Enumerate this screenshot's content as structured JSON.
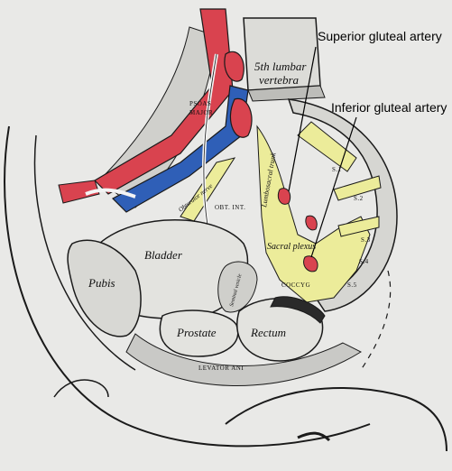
{
  "callouts": {
    "superior": "Superior gluteal artery",
    "inferior": "Inferior gluteal artery"
  },
  "labels": {
    "vertebra_line1": "5th lumbar",
    "vertebra_line2": "vertebra",
    "psoas_1": "PSOAS",
    "psoas_2": "MAJOR",
    "bladder": "Bladder",
    "pubis": "Pubis",
    "prostate": "Prostate",
    "rectum": "Rectum",
    "sacral_plexus": "Sacral plexus",
    "lumbosacral_trunk": "Lumbosacral trunk",
    "obt_int": "OBT. INT.",
    "levator_ani": "LEVATOR ANI",
    "coccyg": "COCCYG",
    "obturator_nerve": "Obturator nerve",
    "seminal_vesicle": "Seminal vesicle",
    "sacral_s1": "S.1",
    "sacral_s2": "S.2",
    "sacral_s3": "S.3",
    "sacral_s4": "S.4",
    "sacral_s5": "S.5"
  },
  "colors": {
    "background": "#e9e9e7",
    "artery": "#d9434f",
    "vein": "#2f5fb7",
    "nerve": "#ecec9a",
    "line": "#1a1a1a"
  }
}
